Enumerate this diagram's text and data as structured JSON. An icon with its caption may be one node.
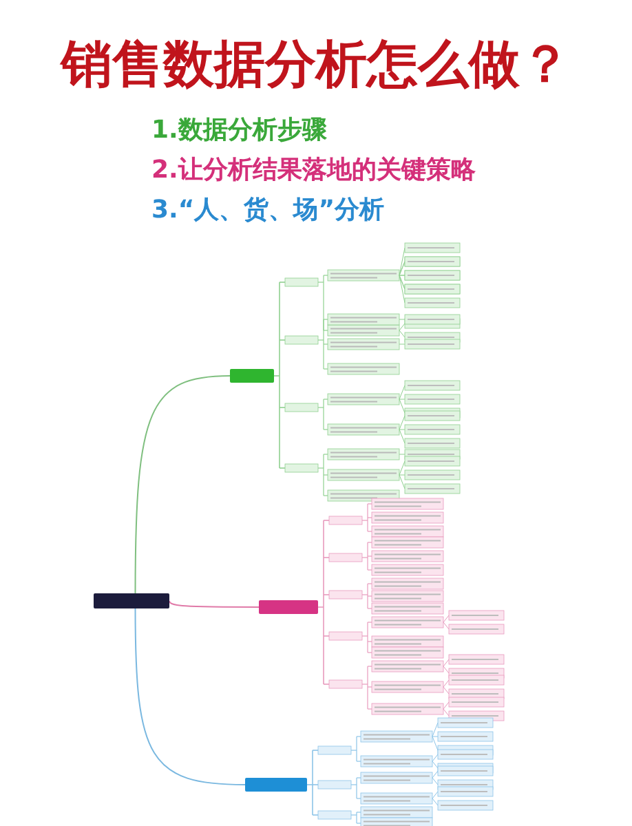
{
  "diagram": {
    "title": "销售数据分析怎么做？",
    "nodes": [
      {
        "text": [],
        "shape": "box"
      },
      {
        "text": [],
        "shape": "box"
      },
      {
        "text": [],
        "shape": "box"
      },
      {
        "text": [],
        "shape": "box"
      }
    ],
    "edges": [
      {
        "from": 0,
        "to": 1,
        "arrow": "none",
        "color": "#7fbf7f"
      },
      {
        "from": 0,
        "to": 2,
        "arrow": "none",
        "color": "#e07aa8"
      },
      {
        "from": 0,
        "to": 3,
        "arrow": "none",
        "color": "#7ab8e0"
      }
    ],
    "labels": [
      "1.数据分析步骤",
      "2.让分析结果落地的关键策略",
      "3.“人、货、场”分析"
    ]
  }
}
